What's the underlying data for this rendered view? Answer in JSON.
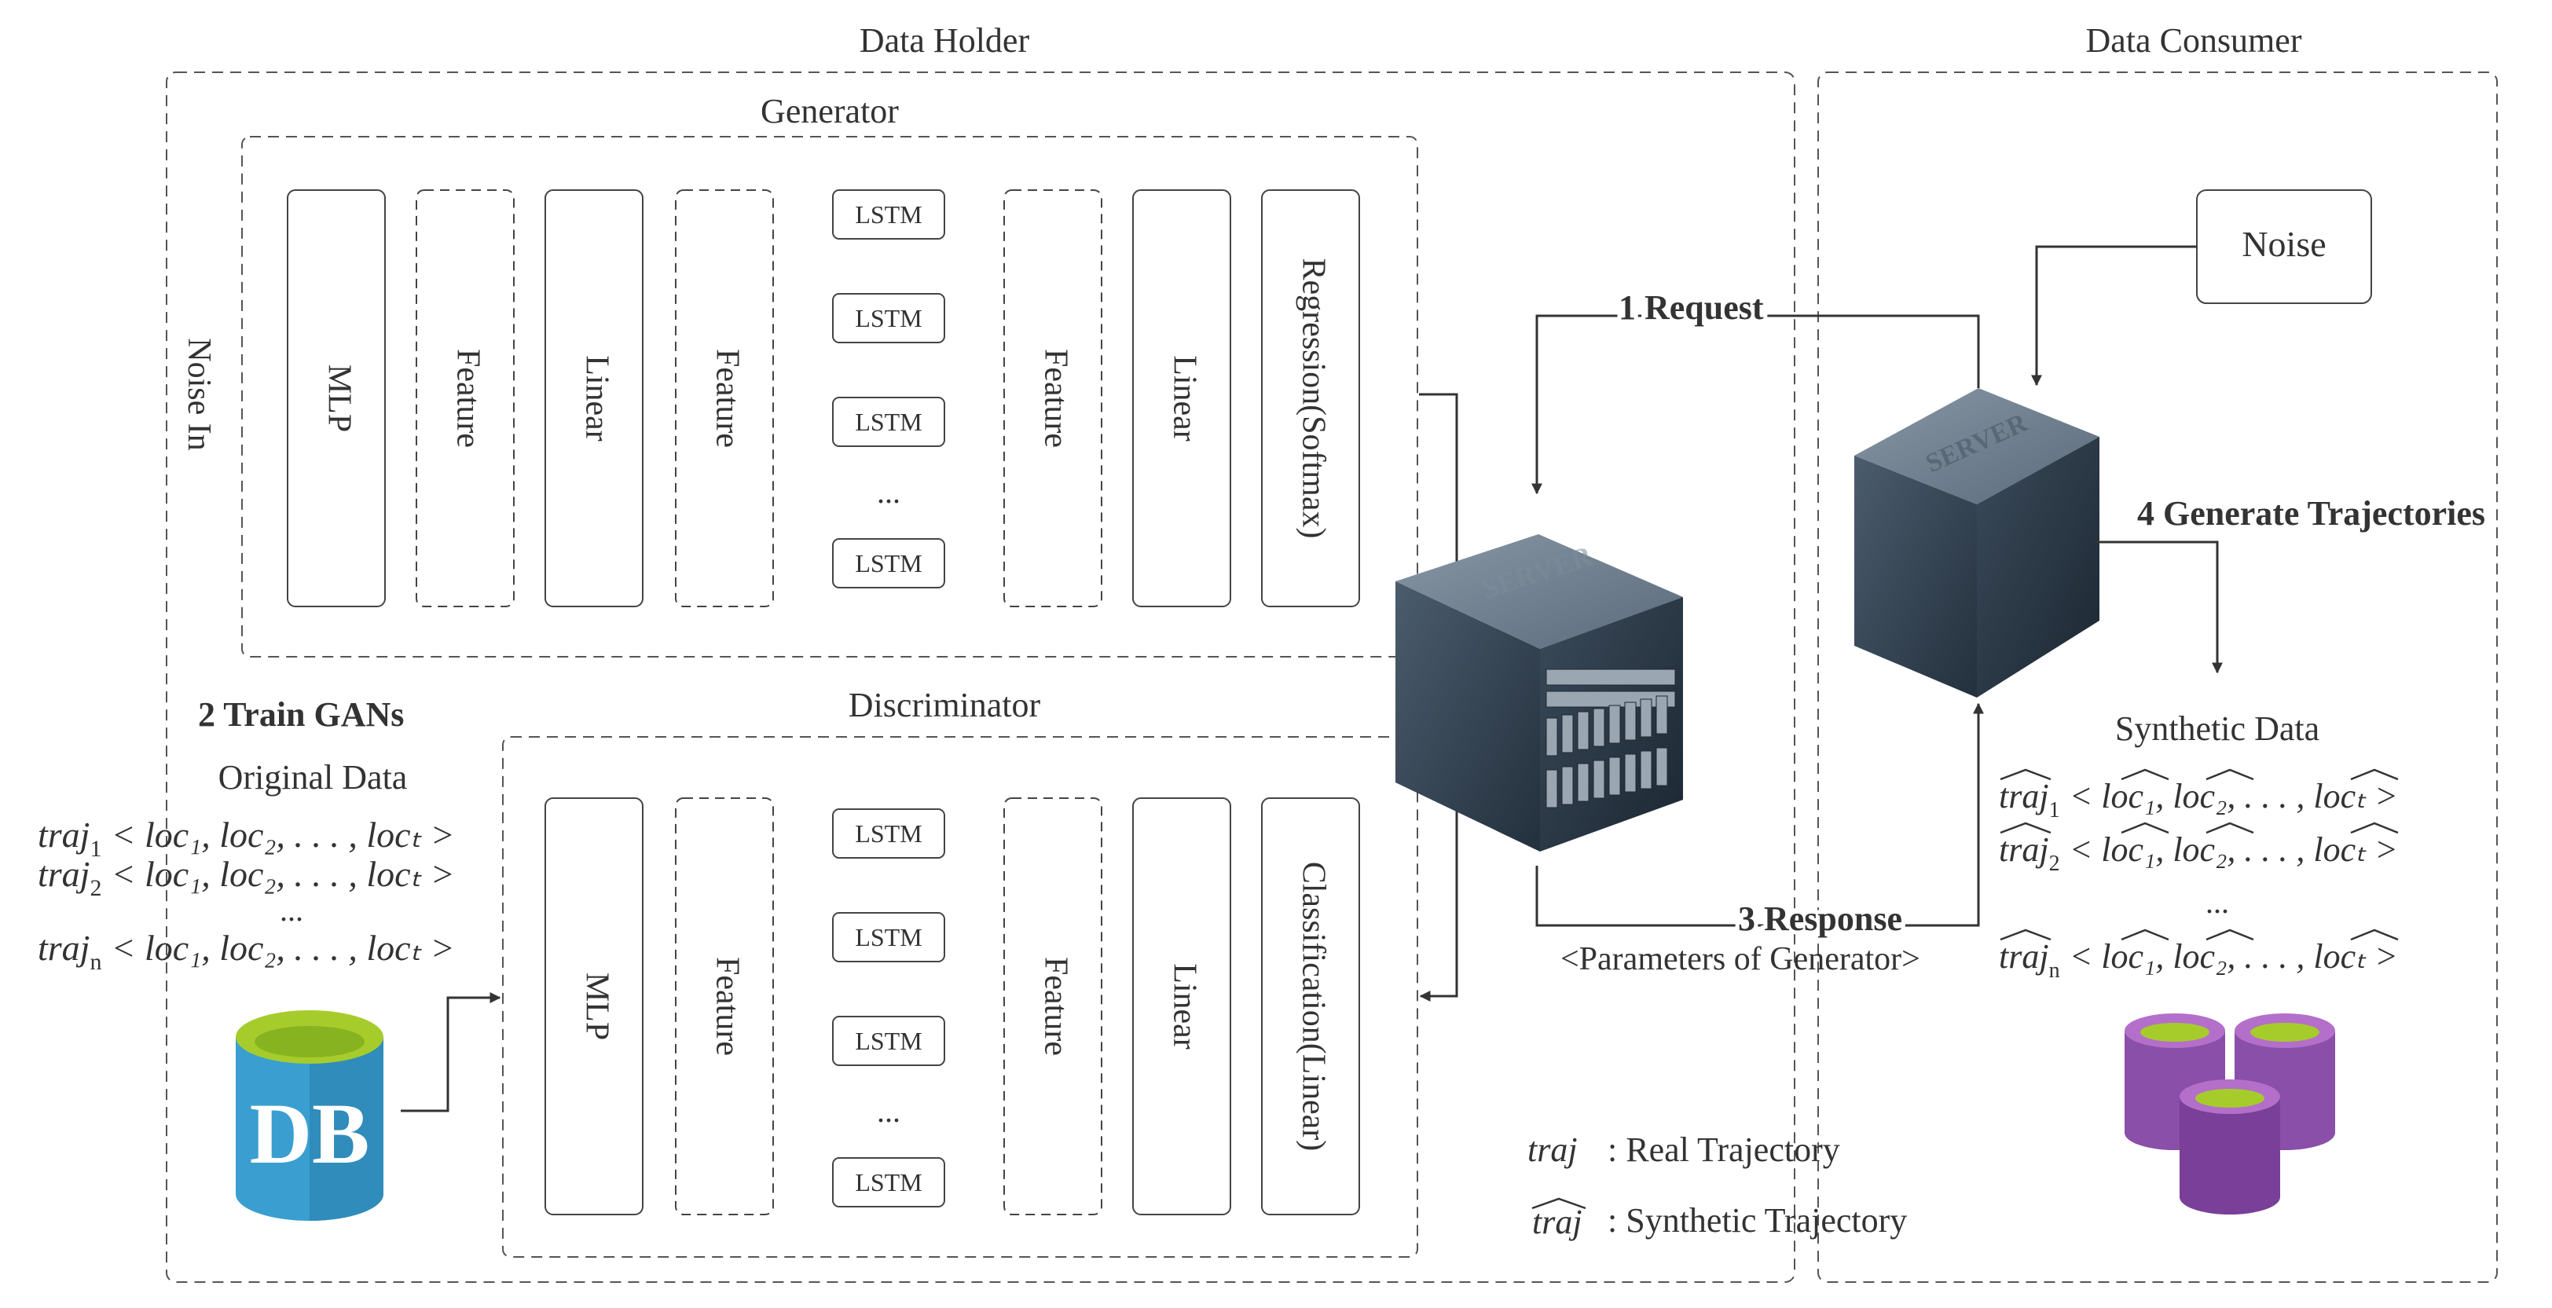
{
  "regions": {
    "data_holder": "Data Holder",
    "data_consumer": "Data Consumer",
    "generator": "Generator",
    "discriminator": "Discriminator"
  },
  "generator": {
    "noise_in": "Noise In",
    "layers": [
      "MLP",
      "Feature",
      "Linear",
      "Feature",
      "Feature",
      "Linear",
      "Regression(Softmax)"
    ],
    "lstm": [
      "LSTM",
      "LSTM",
      "LSTM",
      "...",
      "LSTM"
    ]
  },
  "discriminator": {
    "layers": [
      "MLP",
      "Feature",
      "Feature",
      "Linear",
      "Classification(Linear)"
    ],
    "lstm": [
      "LSTM",
      "LSTM",
      "LSTM",
      "...",
      "LSTM"
    ]
  },
  "steps": {
    "request": "1 Request",
    "train": "2 Train GANs",
    "response": "3 Response",
    "response_sub": "<Parameters of Generator>",
    "generate": "4 Generate Trajectories"
  },
  "original_data": {
    "title": "Original Data",
    "rows": [
      {
        "name": "traj",
        "sub": "1",
        "seq": "< loc₁, loc₂, . . . , locₜ >"
      },
      {
        "name": "traj",
        "sub": "2",
        "seq": "< loc₁, loc₂, . . . , locₜ >"
      },
      {
        "name": "...",
        "sub": "",
        "seq": ""
      },
      {
        "name": "traj",
        "sub": "n",
        "seq": "< loc₁, loc₂, . . . , locₜ >"
      }
    ],
    "db_label": "DB"
  },
  "synthetic_data": {
    "title": "Synthetic Data",
    "rows": [
      {
        "name": "traj",
        "sub": "1",
        "seq": "< loc₁, loc₂, . . . , locₜ >"
      },
      {
        "name": "traj",
        "sub": "2",
        "seq": "< loc₁, loc₂, . . . , locₜ >"
      },
      {
        "name": "...",
        "sub": "",
        "seq": ""
      },
      {
        "name": "traj",
        "sub": "n",
        "seq": "< loc₁, loc₂, . . . , locₜ >"
      }
    ]
  },
  "noise_box": "Noise",
  "server_label": "SERVER",
  "legend": {
    "real_symbol": "traj",
    "real_text": ": Real Trajectory",
    "synthetic_symbol": "traj",
    "synthetic_text": ": Synthetic Trajectory"
  },
  "colors": {
    "db_blue": "#3a9fd0",
    "db_lime": "#a6cc2c",
    "synthetic_db_purple": "#8a4fa8",
    "server_dark": "#2f3d4c"
  }
}
